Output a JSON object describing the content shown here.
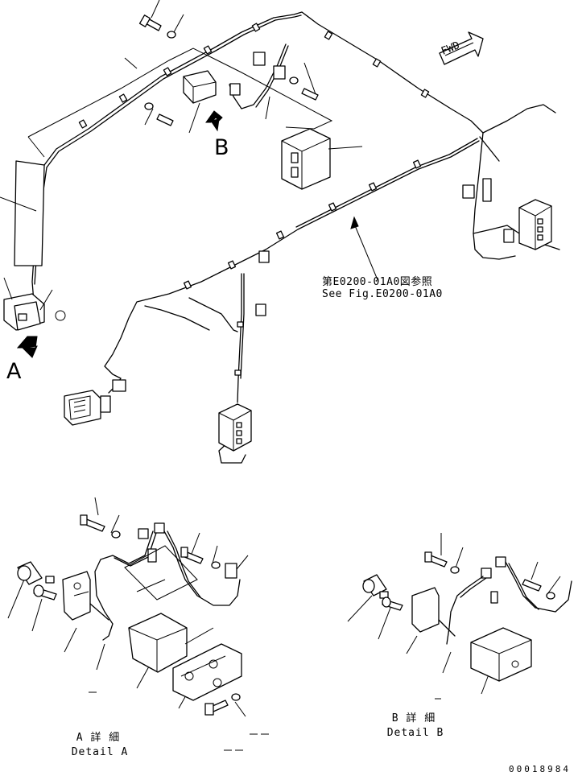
{
  "labels": {
    "view_a": "A",
    "view_b": "B",
    "fwd": "FWD",
    "ref_jp": "第E0200-01A0図参照",
    "ref_en": "See Fig.E0200-01A0",
    "detail_a_jp": "A 詳 細",
    "detail_a_en": "Detail A",
    "detail_b_jp": "B 詳 細",
    "detail_b_en": "Detail B",
    "drawing_code": "00018984"
  }
}
